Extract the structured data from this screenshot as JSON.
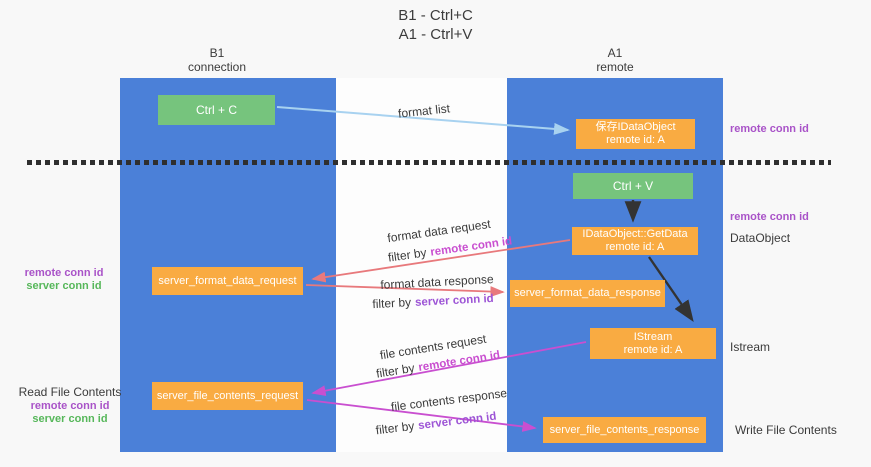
{
  "title": {
    "line1": "B1 - Ctrl+C",
    "line2": "A1 - Ctrl+V"
  },
  "columns": {
    "left": {
      "name": "B1",
      "subtitle": "connection"
    },
    "right": {
      "name": "A1",
      "subtitle": "remote"
    }
  },
  "nodes": {
    "ctrl_c": "Ctrl + C",
    "ctrl_v": "Ctrl + V",
    "save_dataobject": {
      "line1": "保存IDataObject",
      "line2": "remote id: A"
    },
    "getdata": {
      "line1": "IDataObject::GetData",
      "line2": "remote id: A"
    },
    "istream": {
      "line1": "IStream",
      "line2": "remote id: A"
    },
    "server_format_data_request": "server_format_data_request",
    "server_format_data_response": "server_format_data_response",
    "server_file_contents_request": "server_file_contents_request",
    "server_file_contents_response": "server_file_contents_response"
  },
  "arrows": {
    "format_list": {
      "label": "format list"
    },
    "format_data_request": {
      "label": "format data request",
      "filter_prefix": "filter by",
      "filter_value": "remote conn id"
    },
    "format_data_response": {
      "label": "format data response",
      "filter_prefix": "filter by",
      "filter_value": "server conn id"
    },
    "file_contents_request": {
      "label": "file contents request",
      "filter_prefix": "filter by",
      "filter_value": "remote conn id"
    },
    "file_contents_response": {
      "label": "file contents response",
      "filter_prefix": "filter by",
      "filter_value": "server conn id"
    }
  },
  "side_labels": {
    "right_remote_conn_id_top": "remote conn id",
    "right_remote_conn_id_mid": "remote conn id",
    "right_dataobject": "DataObject",
    "right_istream": "Istream",
    "right_write_file_contents": "Write File Contents",
    "left_remote_conn_id_1": "remote conn id",
    "left_server_conn_id_1": "server conn id",
    "left_read_file_contents": "Read File Contents",
    "left_remote_conn_id_2": "remote conn id",
    "left_server_conn_id_2": "server conn id"
  },
  "colors": {
    "lane_blue": "#4b80d8",
    "node_orange": "#f9ab42",
    "node_green": "#76c47d",
    "arrow_light_blue": "#a8d2f0",
    "arrow_red": "#e8797c",
    "arrow_magenta": "#c94fd0",
    "arrow_black": "#333333",
    "remote_conn_purple": "#a953c8",
    "server_conn_green": "#56b75a",
    "filter_remote_magenta": "#c94fd0",
    "filter_server_purple": "#9d55d6"
  }
}
